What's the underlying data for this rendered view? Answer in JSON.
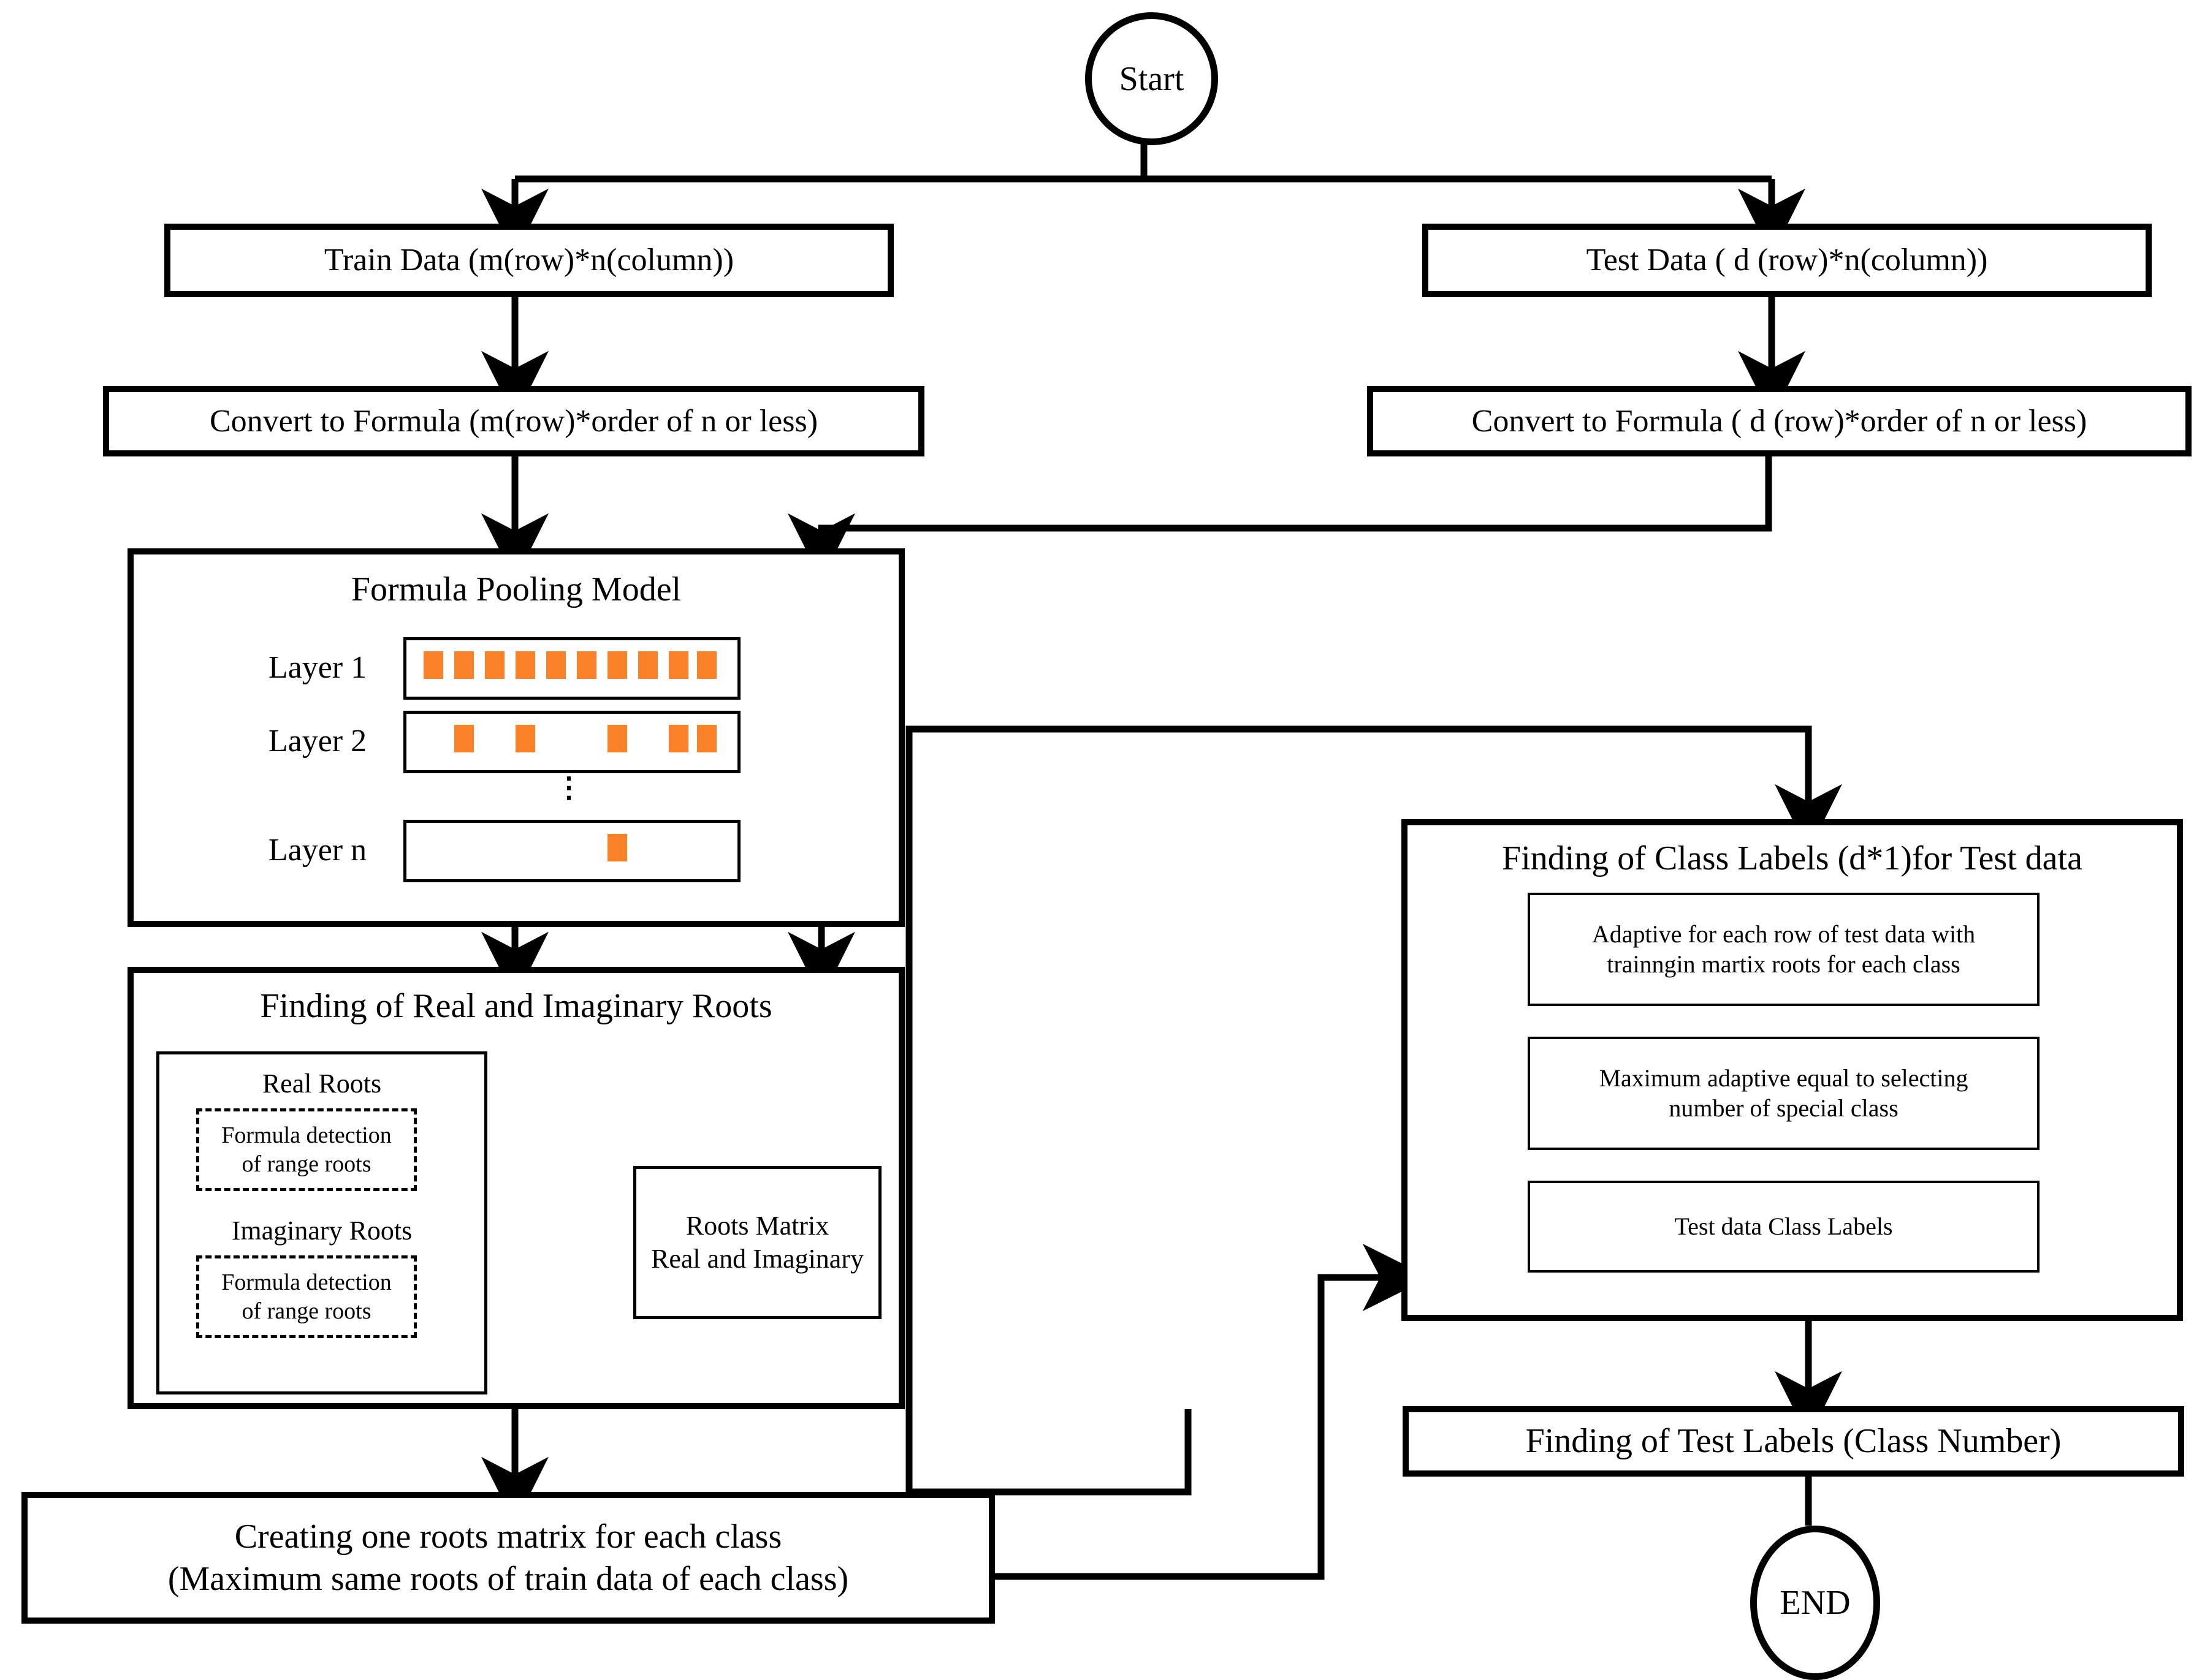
{
  "diagram": {
    "title": "Formula Pooling Model classification flowchart",
    "accent_orange": "#FA8128",
    "line_color": "#000000",
    "background": "#FFFFFF"
  },
  "terminals": {
    "start": "Start",
    "end": "END"
  },
  "nodes": {
    "train_data": "Train Data (m(row)*n(column))",
    "test_data": "Test Data ( d (row)*n(column))",
    "convert_train": "Convert to Formula (m(row)*order of n or less)",
    "convert_test": "Convert to Formula ( d (row)*order of n or less)",
    "pooling_title": "Formula Pooling Model",
    "roots_title": "Finding of Real and Imaginary Roots",
    "real_roots": "Real Roots",
    "imaginary_roots": "Imaginary  Roots",
    "formula_detection_real": "Formula detection\nof range roots",
    "formula_detection_imag": "Formula detection\nof range roots",
    "roots_matrix": "Roots Matrix\nReal and Imaginary",
    "creating_matrix": "Creating one roots matrix for each class\n(Maximum same roots of train data of each class)",
    "class_labels_title": "Finding of Class Labels (d*1)for Test data",
    "adaptive_step": "Adaptive for  each row of test data with\ntrainngin martix roots for each class",
    "maximum_step": "Maximum adaptive equal to selecting\nnumber of special class",
    "test_labels_step": "Test data  Class Labels",
    "finding_test_labels": "Finding of Test Labels (Class Number)"
  },
  "pooling_layers": [
    {
      "name": "Layer 1",
      "slots": 10,
      "filled": [
        1,
        2,
        3,
        4,
        5,
        6,
        7,
        8,
        9,
        10
      ]
    },
    {
      "name": "Layer 2",
      "slots": 10,
      "filled": [
        2,
        4,
        7,
        9,
        10
      ]
    },
    {
      "name": "Layer n",
      "slots": 10,
      "filled": [
        7
      ]
    }
  ],
  "ellipsis": "⋮"
}
